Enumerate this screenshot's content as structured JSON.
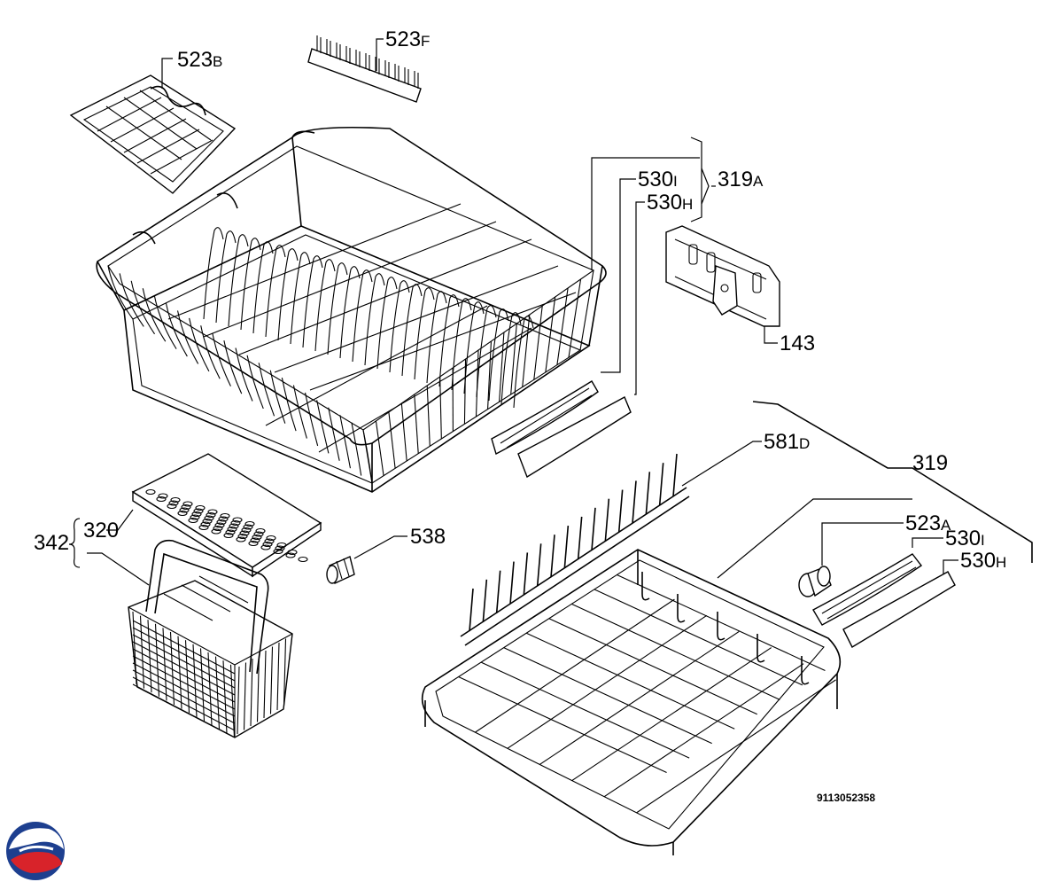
{
  "diagram": {
    "labels": {
      "l523b": {
        "num": "523",
        "suffix": "B"
      },
      "l523f": {
        "num": "523",
        "suffix": "F"
      },
      "l319a": {
        "num": "319",
        "suffix": "A"
      },
      "l530i_top": {
        "num": "530",
        "suffix": "I"
      },
      "l530h_top": {
        "num": "530",
        "suffix": "H"
      },
      "l143": {
        "num": "143"
      },
      "l581d": {
        "num": "581",
        "suffix": "D"
      },
      "l319": {
        "num": "319"
      },
      "l523a": {
        "num": "523",
        "suffix": "A"
      },
      "l530i_bot": {
        "num": "530",
        "suffix": "I"
      },
      "l530h_bot": {
        "num": "530",
        "suffix": "H"
      },
      "l538": {
        "num": "538"
      },
      "l342": {
        "num": "342"
      },
      "l320": {
        "num": "320"
      }
    },
    "drawing_code": "9113052358"
  },
  "colors": {
    "line": "#000000",
    "logo_blue": "#1d3f8f",
    "logo_red": "#d8232a"
  }
}
